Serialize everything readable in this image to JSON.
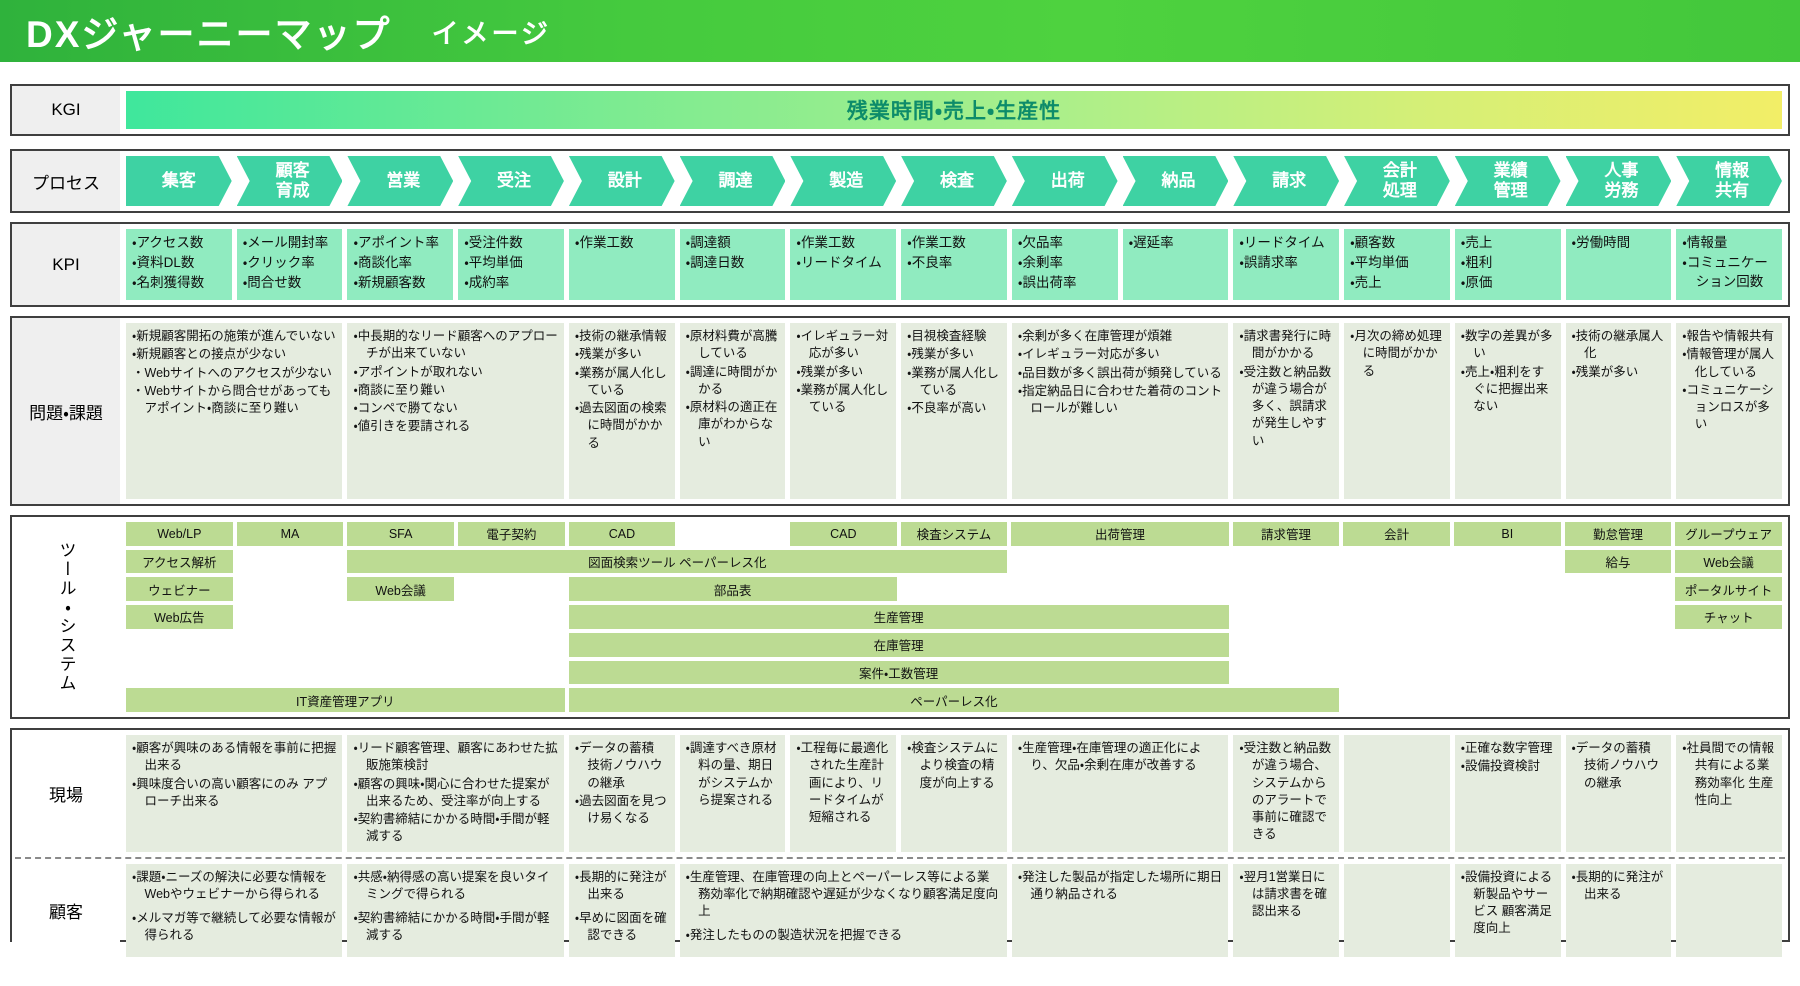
{
  "title": {
    "main": "DXジャーニーマップ",
    "sub": "イメージ"
  },
  "colors": {
    "header_gradient": [
      "#2fb23c",
      "#4ed23f"
    ],
    "kgi_gradient": [
      "#3fe79c",
      "#a9ef8b",
      "#f2ee67"
    ],
    "kgi_text": "#0d8c6a",
    "process_chevron": "#3ed2a3",
    "kpi_box": "#90ebc0",
    "issue_box": "#e5ecdf",
    "tool_chip": "#bcdb93",
    "label_bg": "#efefef"
  },
  "kgi": {
    "label": "KGI",
    "value": "残業時間・売上・生産性"
  },
  "process": {
    "label": "プロセス",
    "steps": [
      "集客",
      "顧客\n育成",
      "営業",
      "受注",
      "設計",
      "調達",
      "製造",
      "検査",
      "出荷",
      "納品",
      "請求",
      "会計\n処理",
      "業績\n管理",
      "人事\n労務",
      "情報\n共有"
    ]
  },
  "kpi": {
    "label": "KPI",
    "cells": [
      {
        "col": 1,
        "span": 1,
        "items": [
          "・アクセス数",
          "・資料DL数",
          "・名刺獲得数"
        ]
      },
      {
        "col": 2,
        "span": 1,
        "items": [
          "・メール開封率",
          "・クリック率",
          "・問合せ数"
        ]
      },
      {
        "col": 3,
        "span": 1,
        "items": [
          "・アポイント率",
          "・商談化率",
          "・新規顧客数"
        ]
      },
      {
        "col": 4,
        "span": 1,
        "items": [
          "・受注件数",
          "・平均単価",
          "・成約率"
        ]
      },
      {
        "col": 5,
        "span": 1,
        "items": [
          "・作業工数"
        ]
      },
      {
        "col": 6,
        "span": 1,
        "items": [
          "・調達額",
          "・調達日数"
        ]
      },
      {
        "col": 7,
        "span": 1,
        "items": [
          "・作業工数",
          "・リードタイム"
        ]
      },
      {
        "col": 8,
        "span": 1,
        "items": [
          "・作業工数",
          "・不良率"
        ]
      },
      {
        "col": 9,
        "span": 1,
        "items": [
          "・欠品率",
          "・余剰率",
          "・誤出荷率"
        ]
      },
      {
        "col": 10,
        "span": 1,
        "items": [
          "・遅延率"
        ]
      },
      {
        "col": 11,
        "span": 1,
        "items": [
          "・リードタイム",
          "・誤請求率"
        ]
      },
      {
        "col": 12,
        "span": 1,
        "items": [
          "・顧客数",
          "・平均単価",
          "・売上"
        ]
      },
      {
        "col": 13,
        "span": 1,
        "items": [
          "・売上",
          "・粗利",
          "・原価"
        ]
      },
      {
        "col": 14,
        "span": 1,
        "items": [
          "・労働時間"
        ]
      },
      {
        "col": 15,
        "span": 1,
        "items": [
          "・情報量",
          "・コミュニケーション回数"
        ]
      }
    ]
  },
  "problems": {
    "label": "問題・課題",
    "cells": [
      {
        "col": 1,
        "span": 2,
        "items": [
          "・新規顧客開拓の施策が進んでいない",
          "・新規顧客との接点が少ない",
          "・Webサイトへのアクセスが少ない",
          "・Webサイトから問合せがあっても アポイント・商談に至り難い"
        ]
      },
      {
        "col": 3,
        "span": 2,
        "items": [
          "・中長期的なリード顧客へのアプローチが出来ていない",
          "・アポイントが取れない",
          "・商談に至り難い",
          "・コンペで勝てない",
          "・値引きを要請される"
        ]
      },
      {
        "col": 5,
        "span": 1,
        "items": [
          "・技術の継承情報",
          "・残業が多い",
          "・業務が属人化している",
          "・過去図面の検索に時間がかかる"
        ]
      },
      {
        "col": 6,
        "span": 1,
        "items": [
          "・原材料費が高騰している",
          "・調達に時間がかかる",
          "・原材料の適正在庫がわからない"
        ]
      },
      {
        "col": 7,
        "span": 1,
        "items": [
          "・イレギュラー対応が多い",
          "・残業が多い",
          "・業務が属人化している"
        ]
      },
      {
        "col": 8,
        "span": 1,
        "items": [
          "・目視検査経験",
          "・残業が多い",
          "・業務が属人化している",
          "・不良率が高い"
        ]
      },
      {
        "col": 9,
        "span": 2,
        "items": [
          "・余剰が多く在庫管理が煩雑",
          "・イレギュラー対応が多い",
          "・品目数が多く誤出荷が頻発している",
          "・指定納品日に合わせた着荷のコントロールが難しい"
        ]
      },
      {
        "col": 11,
        "span": 1,
        "items": [
          "・請求書発行に時間がかかる",
          "・受注数と納品数が違う場合が多く、誤請求が発生しやすい"
        ]
      },
      {
        "col": 12,
        "span": 1,
        "items": [
          "・月次の締め処理に時間がかかる"
        ]
      },
      {
        "col": 13,
        "span": 1,
        "items": [
          "・数字の差異が多い",
          "・売上・粗利をすぐに把握出来ない"
        ]
      },
      {
        "col": 14,
        "span": 1,
        "items": [
          "・技術の継承属人化",
          "・残業が多い"
        ]
      },
      {
        "col": 15,
        "span": 1,
        "items": [
          "・報告や情報共有",
          "・情報管理が属人化している",
          "・コミュニケーションロスが多い"
        ]
      }
    ]
  },
  "tools": {
    "label": "ツール・システム",
    "chips": [
      {
        "row": 1,
        "col": 1,
        "span": 1,
        "label": "Web/LP"
      },
      {
        "row": 1,
        "col": 2,
        "span": 1,
        "label": "MA"
      },
      {
        "row": 1,
        "col": 3,
        "span": 1,
        "label": "SFA"
      },
      {
        "row": 1,
        "col": 4,
        "span": 1,
        "label": "電子契約"
      },
      {
        "row": 1,
        "col": 5,
        "span": 1,
        "label": "CAD"
      },
      {
        "row": 1,
        "col": 7,
        "span": 1,
        "label": "CAD"
      },
      {
        "row": 1,
        "col": 8,
        "span": 1,
        "label": "検査システム"
      },
      {
        "row": 1,
        "col": 9,
        "span": 2,
        "label": "出荷管理"
      },
      {
        "row": 1,
        "col": 11,
        "span": 1,
        "label": "請求管理"
      },
      {
        "row": 1,
        "col": 12,
        "span": 1,
        "label": "会計"
      },
      {
        "row": 1,
        "col": 13,
        "span": 1,
        "label": "BI"
      },
      {
        "row": 1,
        "col": 14,
        "span": 1,
        "label": "勤怠管理"
      },
      {
        "row": 1,
        "col": 15,
        "span": 1,
        "label": "グループウェア"
      },
      {
        "row": 2,
        "col": 1,
        "span": 1,
        "label": "アクセス解析"
      },
      {
        "row": 2,
        "col": 3,
        "span": 6,
        "label": "図面検索ツール ペーパーレス化"
      },
      {
        "row": 2,
        "col": 14,
        "span": 1,
        "label": "給与"
      },
      {
        "row": 2,
        "col": 15,
        "span": 1,
        "label": "Web会議"
      },
      {
        "row": 3,
        "col": 1,
        "span": 1,
        "label": "ウェビナー"
      },
      {
        "row": 3,
        "col": 3,
        "span": 1,
        "label": "Web会議"
      },
      {
        "row": 3,
        "col": 5,
        "span": 3,
        "label": "部品表"
      },
      {
        "row": 3,
        "col": 15,
        "span": 1,
        "label": "ポータルサイト"
      },
      {
        "row": 4,
        "col": 1,
        "span": 1,
        "label": "Web広告"
      },
      {
        "row": 4,
        "col": 5,
        "span": 6,
        "label": "生産管理"
      },
      {
        "row": 4,
        "col": 15,
        "span": 1,
        "label": "チャット"
      },
      {
        "row": 5,
        "col": 5,
        "span": 6,
        "label": "在庫管理"
      },
      {
        "row": 6,
        "col": 5,
        "span": 6,
        "label": "案件・工数管理"
      },
      {
        "row": 7,
        "col": 1,
        "span": 4,
        "label": "IT資産管理アプリ"
      },
      {
        "row": 7,
        "col": 5,
        "span": 7,
        "label": "ペーパーレス化"
      }
    ]
  },
  "field": {
    "label": "現場",
    "cells": [
      {
        "col": 1,
        "span": 2,
        "items": [
          "・顧客が興味のある情報を事前に把握出来る",
          "・興味度合いの高い顧客にのみ アプローチ出来る"
        ]
      },
      {
        "col": 3,
        "span": 2,
        "items": [
          "・リード顧客管理、顧客にあわせた拡販施策検討",
          "・顧客の興味・関心に合わせた提案が出来るため、受注率が向上する",
          "・契約書締結にかかる時間・手間が軽減する"
        ]
      },
      {
        "col": 5,
        "span": 1,
        "items": [
          "・データの蓄積 技術ノウハウの継承",
          "・過去図面を見つけ易くなる"
        ]
      },
      {
        "col": 6,
        "span": 1,
        "items": [
          "・調達すべき原材料の量、期日がシステムから提案される"
        ]
      },
      {
        "col": 7,
        "span": 1,
        "items": [
          "・工程毎に最適化された生産計画により、リードタイムが短縮される"
        ]
      },
      {
        "col": 8,
        "span": 1,
        "items": [
          "・検査システムにより検査の精度が向上する"
        ]
      },
      {
        "col": 9,
        "span": 2,
        "items": [
          "・生産管理・在庫管理の適正化により、欠品・余剰在庫が改善する"
        ]
      },
      {
        "col": 11,
        "span": 1,
        "items": [
          "・受注数と納品数が違う場合、システムからのアラートで事前に確認できる"
        ]
      },
      {
        "col": 12,
        "span": 1,
        "items": []
      },
      {
        "col": 13,
        "span": 1,
        "items": [
          "・正確な数字管理",
          "・設備投資検討"
        ]
      },
      {
        "col": 14,
        "span": 1,
        "items": [
          "・データの蓄積 技術ノウハウの継承"
        ]
      },
      {
        "col": 15,
        "span": 1,
        "items": [
          "・社員間での情報共有による業務効率化 生産性向上"
        ]
      }
    ]
  },
  "customer": {
    "label": "顧客",
    "cells": [
      {
        "col": 1,
        "span": 2,
        "items": [
          "・課題・ニーズの解決に必要な情報をWebやウェビナーから得られる",
          "・メルマガ等で継続して必要な情報が得られる"
        ]
      },
      {
        "col": 3,
        "span": 2,
        "items": [
          "・共感・納得感の高い提案を良いタイミングで得られる",
          "・契約書締結にかかる時間・手間が軽減する"
        ]
      },
      {
        "col": 5,
        "span": 1,
        "items": [
          "・長期的に発注が出来る",
          "・早めに図面を確認できる"
        ]
      },
      {
        "col": 6,
        "span": 3,
        "items": [
          "・生産管理、在庫管理の向上とペーパーレス等による業務効率化で納期確認や遅延が少なくなり顧客満足度向上",
          "・発注したものの製造状況を把握できる"
        ]
      },
      {
        "col": 9,
        "span": 2,
        "items": [
          "・発注した製品が指定した場所に期日通り納品される"
        ]
      },
      {
        "col": 11,
        "span": 1,
        "items": [
          "・翌月1営業日には請求書を確認出来る"
        ]
      },
      {
        "col": 12,
        "span": 1,
        "items": []
      },
      {
        "col": 13,
        "span": 1,
        "items": [
          "・設備投資による新製品やサービス 顧客満足度向上"
        ]
      },
      {
        "col": 14,
        "span": 1,
        "items": [
          "・長期的に発注が出来る"
        ]
      },
      {
        "col": 15,
        "span": 1,
        "items": []
      }
    ]
  }
}
